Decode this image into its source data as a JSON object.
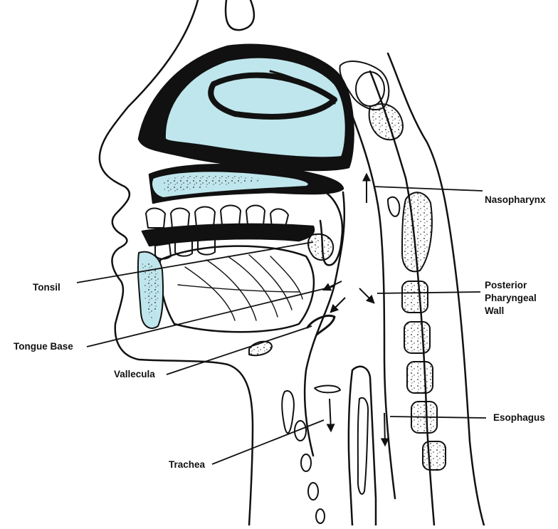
{
  "colors": {
    "airway_fill": "#bfe6ec",
    "outline": "#111111",
    "background": "#ffffff"
  },
  "labels": {
    "nasopharynx": "Nasopharynx",
    "tonsil": "Tonsil",
    "posterior_line1": "Posterior",
    "posterior_line2": "Pharyngeal",
    "posterior_line3": "Wall",
    "tongue_base": "Tongue Base",
    "vallecula": "Vallecula",
    "esophagus": "Esophagus",
    "trachea": "Trachea"
  }
}
